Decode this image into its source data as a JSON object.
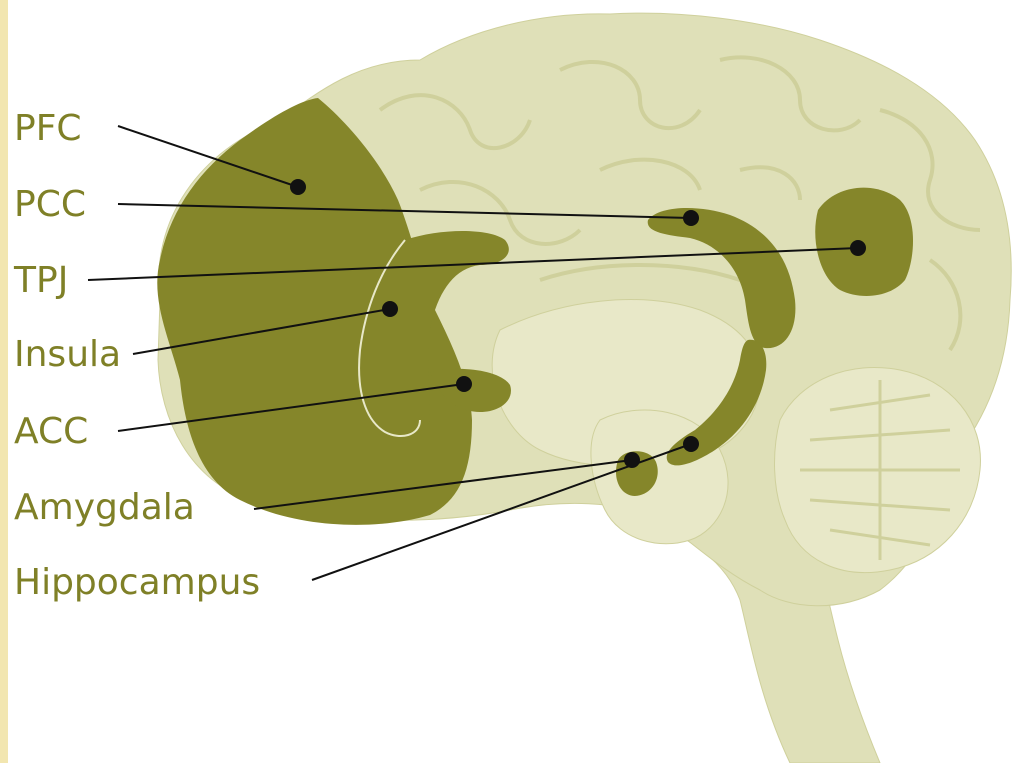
{
  "colors": {
    "background": "#ffffff",
    "left_edge_strip": "#f2e6b0",
    "brain_fill": "#dfe0b8",
    "brain_fill_light": "#e8e8c8",
    "brain_line": "#cfd09c",
    "region_fill": "#85862a",
    "label_color": "#7f8027",
    "leader_line": "#111111",
    "marker_dot": "#111111"
  },
  "labels": [
    {
      "key": "pfc",
      "text": "PFC"
    },
    {
      "key": "pcc",
      "text": "PCC"
    },
    {
      "key": "tpj",
      "text": "TPJ"
    },
    {
      "key": "insula",
      "text": "Insula"
    },
    {
      "key": "acc",
      "text": "ACC"
    },
    {
      "key": "amygdala",
      "text": "Amygdala"
    },
    {
      "key": "hippocampus",
      "text": "Hippocampus"
    }
  ]
}
